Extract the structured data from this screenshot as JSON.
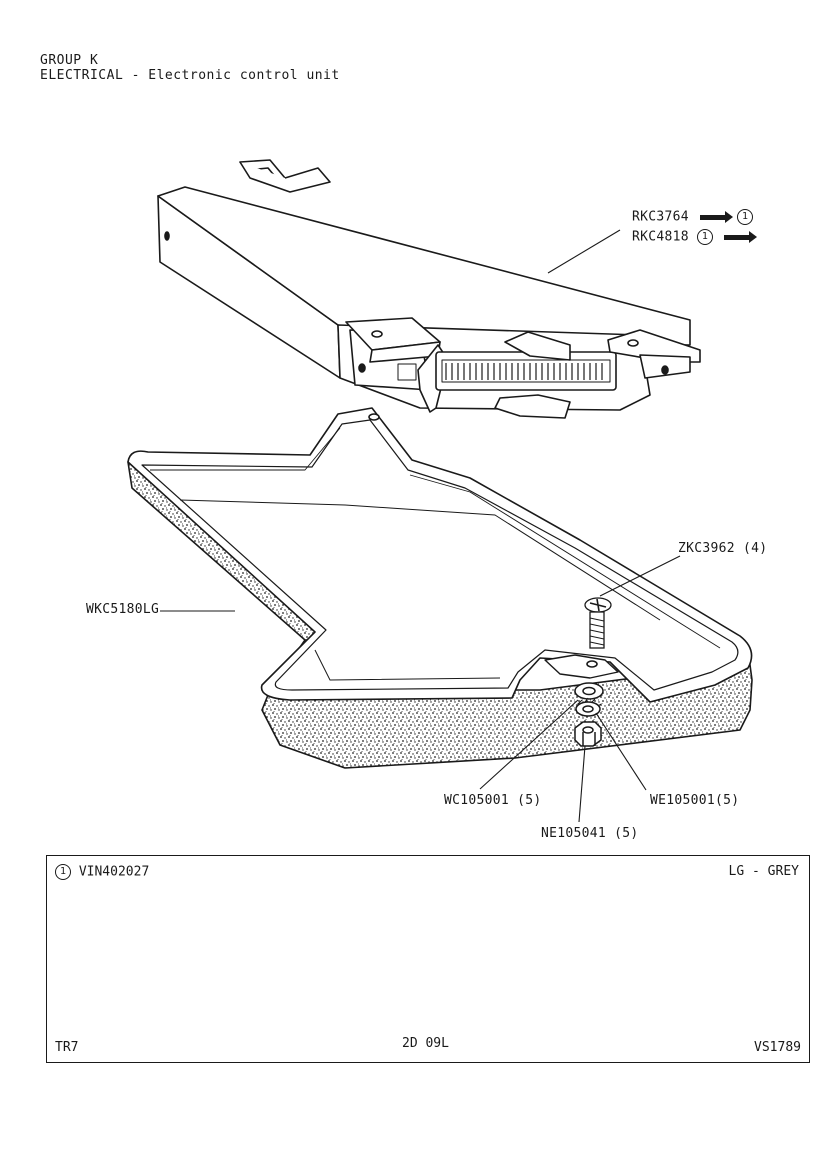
{
  "header": {
    "line1": "GROUP K",
    "line2": "ELECTRICAL - Electronic control unit"
  },
  "labels": {
    "ecu_part_a": "RKC3764",
    "ecu_part_b": "RKC4818",
    "note_ref": "1",
    "screw": "ZKC3962 (4)",
    "tray": "WKC5180LG",
    "washer": "WC105001 (5)",
    "lock_washer": "WE105001(5)",
    "nut": "NE105041 (5)"
  },
  "legend": {
    "note_ref": "1",
    "note_text": "VIN402027",
    "colour_code": "LG - GREY",
    "model": "TR7",
    "page_code": "2D 09L",
    "illustration_ref": "VS1789"
  }
}
